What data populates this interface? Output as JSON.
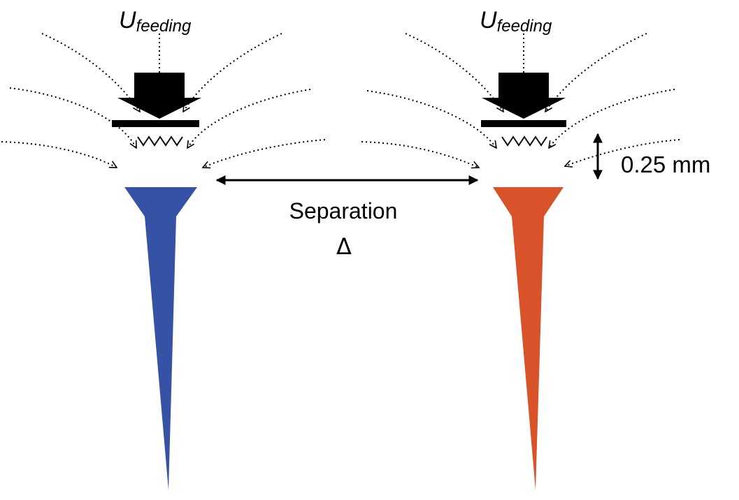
{
  "left_nozzle": {
    "label_main": "U",
    "label_sub": "feeding",
    "flame_color": "#3552a5"
  },
  "right_nozzle": {
    "label_main": "U",
    "label_sub": "feeding",
    "flame_color": "#d9532a"
  },
  "separation": {
    "label": "Separation",
    "symbol": "Δ"
  },
  "gap_dimension": {
    "label": "0.25 mm"
  }
}
